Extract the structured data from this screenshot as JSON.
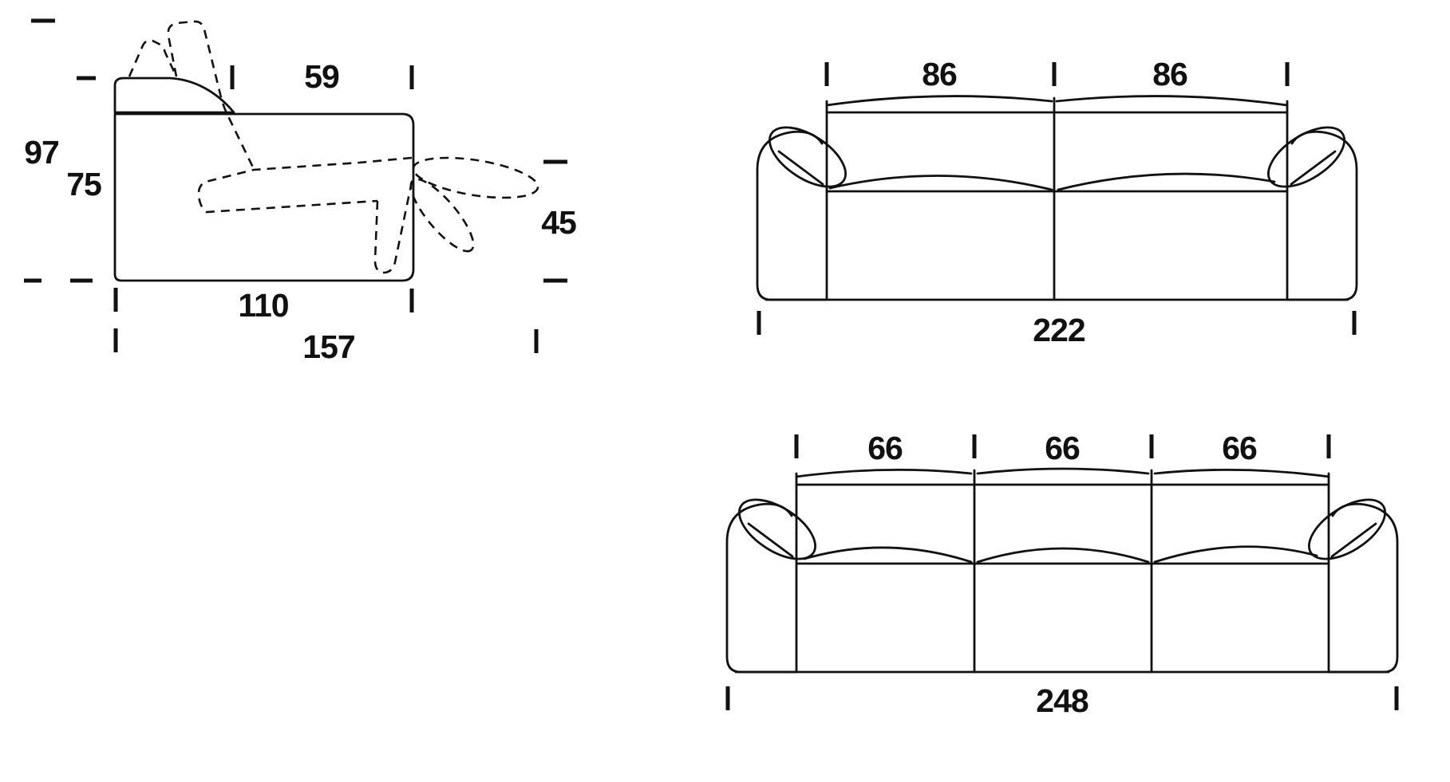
{
  "colors": {
    "line": "#111111",
    "background": "#ffffff"
  },
  "side_view": {
    "total_height": "97",
    "back_height": "75",
    "seat_depth": "59",
    "body_depth": "110",
    "extended_depth": "157",
    "footrest_height": "45"
  },
  "two_seater": {
    "seat_widths": [
      "86",
      "86"
    ],
    "total_width": "222"
  },
  "three_seater": {
    "seat_widths": [
      "66",
      "66",
      "66"
    ],
    "total_width": "248"
  }
}
